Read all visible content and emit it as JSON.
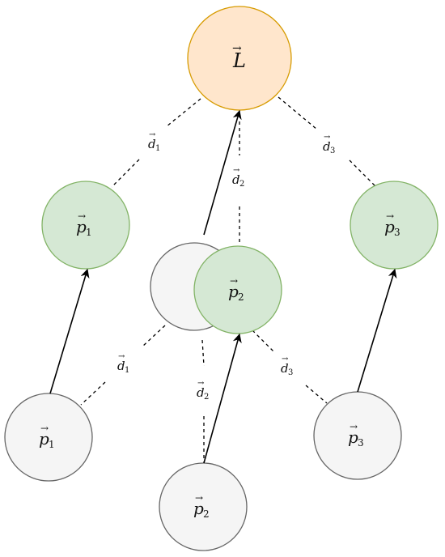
{
  "diagram": {
    "colors": {
      "target_fill": "#ffe6cc",
      "target_stroke": "#d79b00",
      "green_fill": "#d5e8d4",
      "green_stroke": "#82b366",
      "gray_fill": "#f5f5f5",
      "gray_stroke": "#666666",
      "edge": "#000000"
    },
    "nodes": {
      "L": {
        "label": "L",
        "arrow": true
      },
      "p1_top": {
        "label": "p",
        "sub": "1",
        "arrow": true
      },
      "p2_mid": {
        "label": "p",
        "sub": "2",
        "arrow": true
      },
      "p3_top": {
        "label": "p",
        "sub": "3",
        "arrow": true
      },
      "p1_bottom": {
        "label": "p",
        "sub": "1",
        "arrow": true
      },
      "p2_bottom": {
        "label": "p",
        "sub": "2",
        "arrow": true
      },
      "p3_bottom": {
        "label": "p",
        "sub": "3",
        "arrow": true
      }
    },
    "edge_labels": {
      "d1_upper": {
        "label": "d",
        "sub": "1"
      },
      "d2_upper": {
        "label": "d",
        "sub": "2"
      },
      "d3_upper": {
        "label": "d",
        "sub": "3"
      },
      "d1_lower": {
        "label": "d",
        "sub": "1"
      },
      "d2_lower": {
        "label": "d",
        "sub": "2"
      },
      "d3_lower": {
        "label": "d",
        "sub": "3"
      }
    }
  }
}
